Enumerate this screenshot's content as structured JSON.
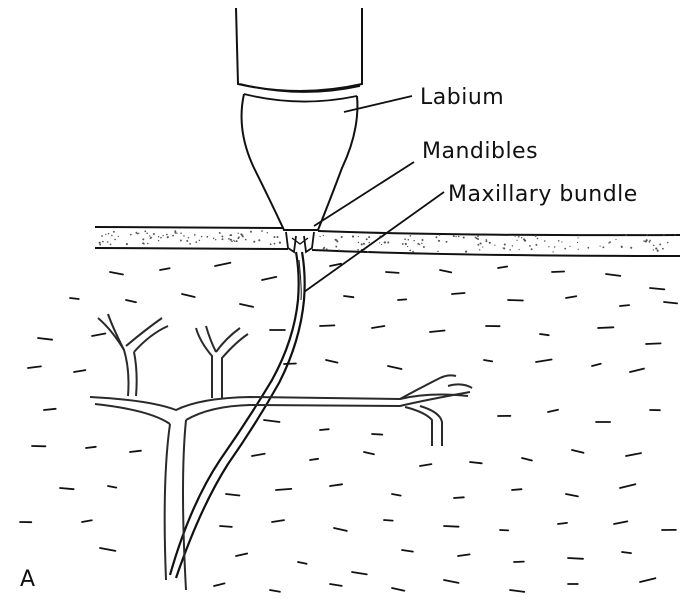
{
  "labels": {
    "labium": "Labium",
    "mandibles": "Mandibles",
    "maxillary_bundle": "Maxillary bundle"
  },
  "panel_letter": "A",
  "colors": {
    "ink": "#111111",
    "background": "#ffffff",
    "cuticle_stipple": "#555555"
  }
}
